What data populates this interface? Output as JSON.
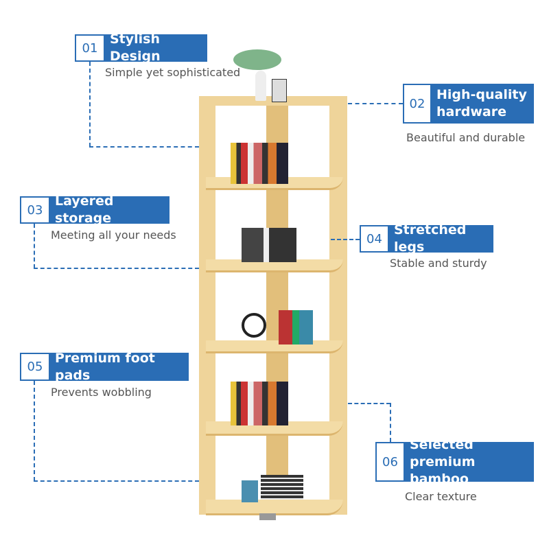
{
  "features": [
    {
      "num": "01",
      "title": "Stylish Design",
      "subtitle": "Simple yet sophisticated"
    },
    {
      "num": "02",
      "title_lines": [
        "High-quality",
        "hardware"
      ],
      "subtitle": "Beautiful and durable"
    },
    {
      "num": "03",
      "title": "Layered storage",
      "subtitle": "Meeting all your needs"
    },
    {
      "num": "04",
      "title": "Stretched legs",
      "subtitle": "Stable and sturdy"
    },
    {
      "num": "05",
      "title": "Premium foot pads",
      "subtitle": "Prevents wobbling"
    },
    {
      "num": "06",
      "title_lines": [
        "Selected",
        "premium bamboo"
      ],
      "subtitle": "Clear texture"
    }
  ],
  "colors": {
    "accent": "#2a6db5",
    "wood": "#efd49a",
    "text": "#555555"
  }
}
